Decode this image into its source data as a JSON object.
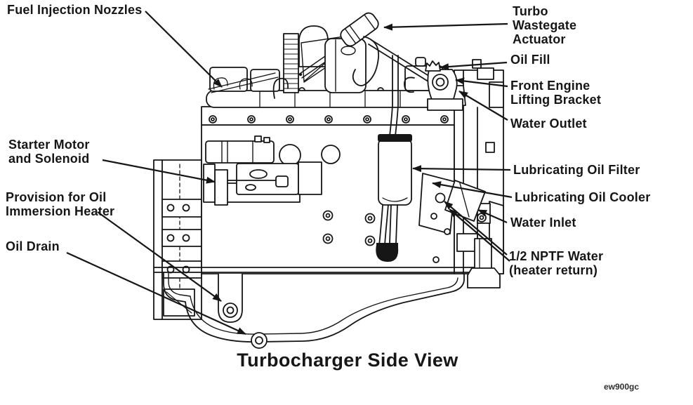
{
  "page": {
    "background": "#ffffff",
    "ink": "#161616",
    "caption": "Turbocharger Side View",
    "watermark": "ew900gc"
  },
  "labels": {
    "fuel_injection_nozzles": "Fuel Injection Nozzles",
    "turbo_wastegate_actuator": "Turbo Wastegate Actuator",
    "oil_fill": "Oil Fill",
    "front_engine_lifting_bracket": "Front Engine Lifting Bracket",
    "water_outlet": "Water Outlet",
    "lubricating_oil_filter": "Lubricating Oil Filter",
    "lubricating_oil_cooler": "Lubricating Oil Cooler",
    "water_inlet": "Water Inlet",
    "half_nptf_water": "1/2 NPTF Water (heater return)",
    "starter_motor_and_solenoid": "Starter Motor and Solenoid",
    "provision_oil_immersion_heater": "Provision for Oil Immersion Heater",
    "oil_drain": "Oil Drain"
  }
}
